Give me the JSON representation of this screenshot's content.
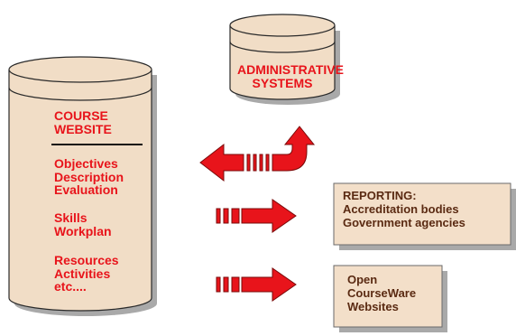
{
  "colors": {
    "cylinder_fill": "#f1ddc6",
    "cylinder_stroke": "#2a2a2a",
    "box_fill": "#f3dfc9",
    "shadow": "#a9a9a9",
    "arrow_red": "#e8141b",
    "text_red": "#e8141b",
    "text_brown": "#5a2a12"
  },
  "admin_cylinder": {
    "label_line1": "ADMINISTRATIVE",
    "label_line2": "SYSTEMS"
  },
  "course_cylinder": {
    "title_line1": "COURSE",
    "title_line2": "WEBSITE",
    "group1": [
      "Objectives",
      "Description",
      "Evaluation"
    ],
    "group2": [
      "Skills",
      "Workplan"
    ],
    "group3": [
      "Resources",
      "Activities",
      "etc...."
    ]
  },
  "reporting_box": {
    "line1": "REPORTING:",
    "line2": "Accreditation bodies",
    "line3": "Government agencies"
  },
  "ocw_box": {
    "line1": "Open",
    "line2": "CourseWare",
    "line3": "Websites"
  },
  "arrows": [
    {
      "name": "bidirectional-arrow-admin",
      "direction": "left-and-up"
    },
    {
      "name": "arrow-to-reporting",
      "direction": "right"
    },
    {
      "name": "arrow-to-ocw",
      "direction": "right"
    }
  ]
}
